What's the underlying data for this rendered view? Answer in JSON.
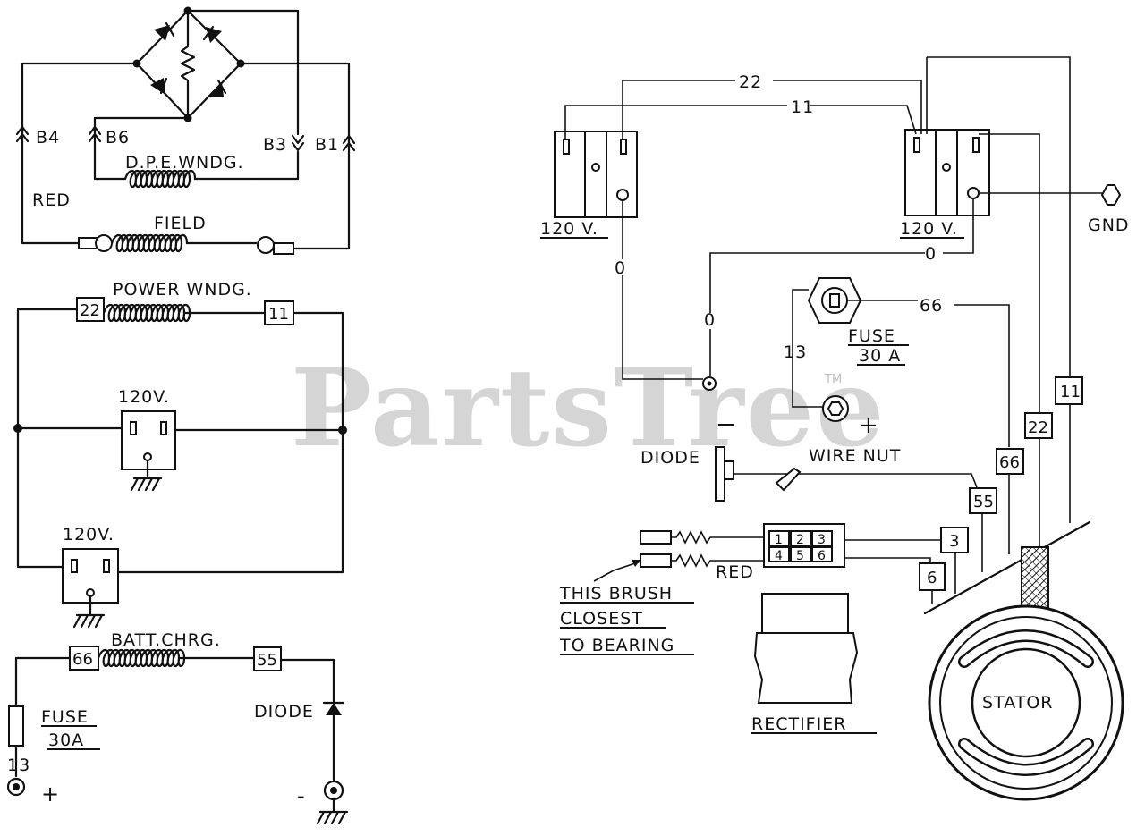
{
  "watermark": {
    "text": "PartsTree",
    "tm": "TM"
  },
  "left": {
    "field_section": {
      "b4": "B4",
      "b6": "B6",
      "b3": "B3",
      "b1": "B1",
      "dpe_winding": "D.P.E.WNDG.",
      "red": "RED",
      "field": "FIELD"
    },
    "power_section": {
      "power_winding": "POWER WNDG.",
      "tag_22": "22",
      "tag_11": "11",
      "outlet_upper": "120V.",
      "outlet_lower": "120V."
    },
    "charge_section": {
      "batt_charge": "BATT.CHRG.",
      "tag_66": "66",
      "tag_55": "55",
      "fuse_line1": "FUSE",
      "fuse_line2": "30A",
      "wire_13": "13",
      "plus": "+",
      "diode": "DIODE",
      "minus": "-"
    }
  },
  "right": {
    "wire_22": "22",
    "wire_11": "11",
    "outlet_left": "120 V.",
    "outlet_right": "120 V.",
    "wire_0_right": "0",
    "wire_0_left": "0",
    "wire_0_mid": "0",
    "gnd": "GND",
    "wire_66": "66",
    "fuse_line1": "FUSE",
    "fuse_line2": "30 A",
    "wire_13": "13",
    "minus": "−",
    "plus": "+",
    "diode": "DIODE",
    "wire_nut": "WIRE NUT",
    "tag_55": "55",
    "tag_66": "66",
    "tag_22": "22",
    "tag_11": "11",
    "tag_3": "3",
    "tag_6": "6",
    "red": "RED",
    "terminals": [
      "1",
      "2",
      "3",
      "4",
      "5",
      "6"
    ],
    "brush_line1": "THIS BRUSH",
    "brush_line2": "CLOSEST",
    "brush_line3": "TO BEARING",
    "rectifier": "RECTIFIER",
    "stator": "STATOR"
  }
}
